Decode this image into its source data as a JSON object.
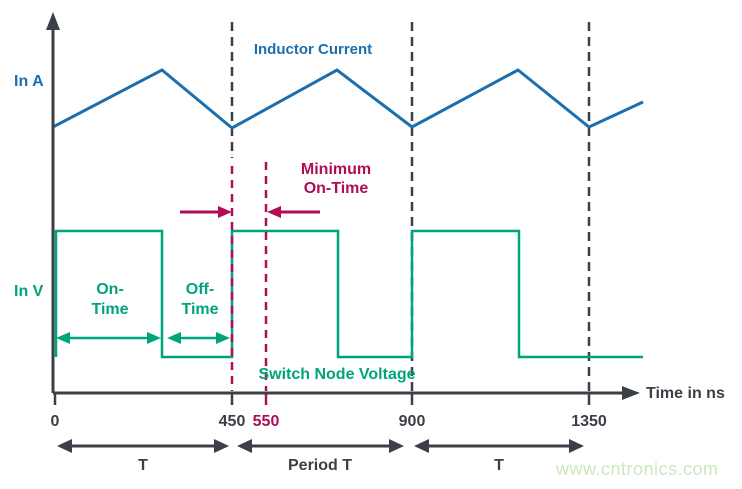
{
  "colors": {
    "blue": "#1b6fae",
    "green": "#00a47c",
    "crimson": "#b00d57",
    "dark": "#3b3f46",
    "watermark": "#cde8c0",
    "bg": "#ffffff"
  },
  "y_axis": {
    "current_label": "In A",
    "voltage_label": "In V"
  },
  "x_axis": {
    "label": "Time in ns",
    "ticks": [
      {
        "label": "0",
        "color": "dark"
      },
      {
        "label": "450",
        "color": "dark"
      },
      {
        "label": "550",
        "color": "crimson"
      },
      {
        "label": "900",
        "color": "dark"
      },
      {
        "label": "1350",
        "color": "dark"
      }
    ]
  },
  "series": {
    "inductor_current": {
      "label": "Inductor Current",
      "unit": "A"
    },
    "switch_node_voltage": {
      "label": "Switch Node Voltage",
      "unit": "V"
    }
  },
  "annotations": {
    "minimum_on_time": {
      "line1": "Minimum",
      "line2": "On-Time",
      "from_ns": 450,
      "to_ns": 550
    },
    "on_time": {
      "line1": "On-",
      "line2": "Time",
      "from_ns": 0,
      "to_ns": 270
    },
    "off_time": {
      "line1": "Off-",
      "line2": "Time",
      "from_ns": 270,
      "to_ns": 450
    },
    "periods": [
      {
        "label": "T",
        "from_ns": 0,
        "to_ns": 450
      },
      {
        "label": "Period T",
        "from_ns": 450,
        "to_ns": 900
      },
      {
        "label": "T",
        "from_ns": 900,
        "to_ns": 1350
      }
    ]
  },
  "chart_data": [
    {
      "type": "line",
      "name": "Inductor Current",
      "xlabel": "Time in ns",
      "x_ticks": [
        0,
        450,
        550,
        900,
        1350
      ],
      "x": [
        0,
        270,
        450,
        715,
        900,
        1175,
        1350,
        1490
      ],
      "y_level": [
        "mid",
        "peak",
        "valley",
        "peak",
        "valley",
        "peak",
        "valley",
        "mid"
      ]
    },
    {
      "type": "step",
      "name": "Switch Node Voltage",
      "xlabel": "Time in ns",
      "segments": [
        {
          "from_ns": 0,
          "to_ns": 270,
          "level": "high"
        },
        {
          "from_ns": 270,
          "to_ns": 450,
          "level": "low"
        },
        {
          "from_ns": 450,
          "to_ns": 715,
          "level": "high"
        },
        {
          "from_ns": 715,
          "to_ns": 900,
          "level": "low"
        },
        {
          "from_ns": 900,
          "to_ns": 1175,
          "level": "high"
        },
        {
          "from_ns": 1175,
          "to_ns": 1490,
          "level": "low"
        }
      ]
    }
  ],
  "watermark": "www.cntronics.com"
}
